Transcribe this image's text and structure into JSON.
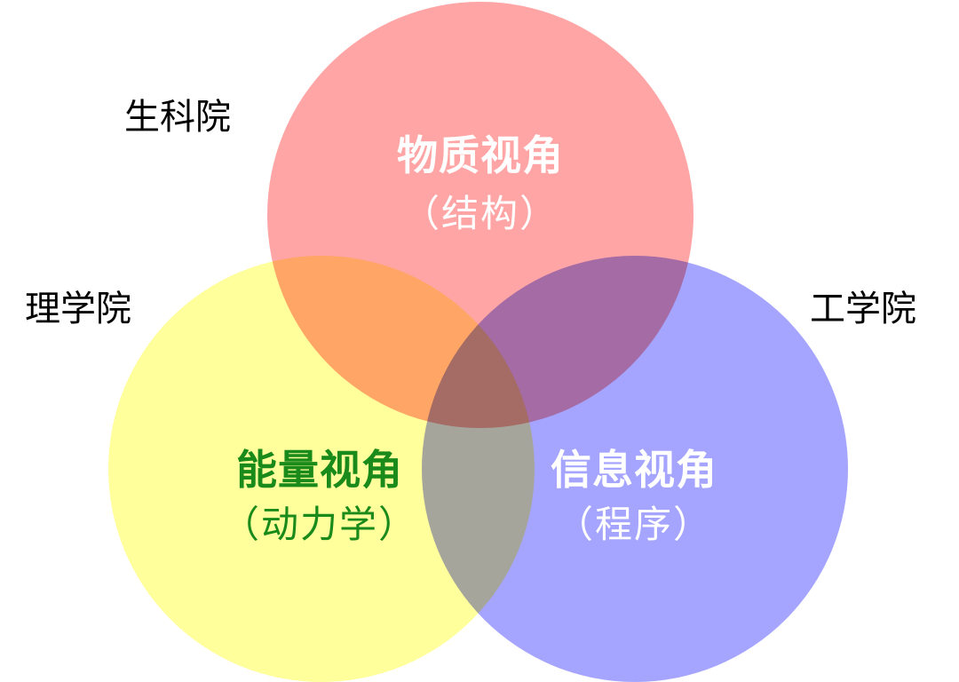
{
  "outer_labels": {
    "top_left": "生科院",
    "left": "理学院",
    "right": "工学院"
  },
  "circles": {
    "top": {
      "title": "物质视角",
      "subtitle": "（结构）",
      "fill": "#ff8c8c",
      "text_color": "#ffffff"
    },
    "left": {
      "title": "能量视角",
      "subtitle": "（动力学）",
      "fill": "#ffff80",
      "text_color": "#1a8a1a"
    },
    "right": {
      "title": "信息视角",
      "subtitle": "（程序）",
      "fill": "#8c8cff",
      "text_color": "#ffffff"
    }
  }
}
